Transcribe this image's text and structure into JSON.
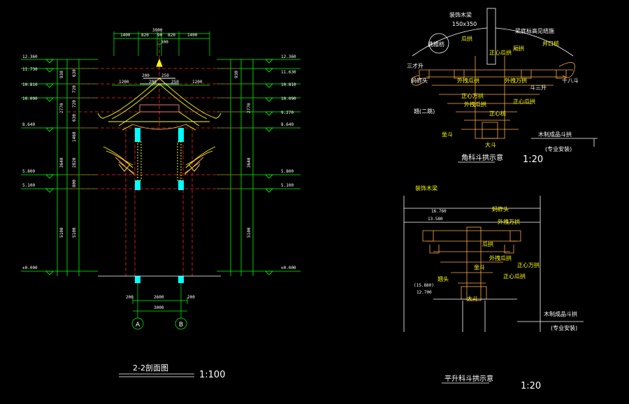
{
  "section_view": {
    "title": "2-2剖面图",
    "scale": "1:100",
    "levels_left": [
      "12.360",
      "11.730",
      "10.810",
      "10.090",
      "8.640",
      "5.800",
      "5.100",
      "±0.000"
    ],
    "levels_right": [
      "12.360",
      "11.630",
      "10.810",
      "10.090",
      "9.270",
      "8.640",
      "5.800",
      "5.100",
      "±0.000"
    ],
    "dims_top": [
      "1400",
      "820",
      "90",
      "820",
      "1400"
    ],
    "dim_total_top": "3900",
    "dim_top_center": "300",
    "dims_upper_inner": [
      "1200",
      "200",
      "200",
      "250",
      "250",
      "1200"
    ],
    "dims_vert_left_outer": [
      "930",
      "2770",
      "3640",
      "5100"
    ],
    "dims_vert_left_inner": [
      "630",
      "720",
      "720",
      "630",
      "1460",
      "2820",
      "800",
      "5100"
    ],
    "dims_bottom": [
      "200",
      "2600",
      "200"
    ],
    "dim_bottom_total": "3000",
    "axis_labels": [
      "A",
      "B"
    ]
  },
  "corner_bracket": {
    "title": "角科斗拱示意",
    "scale": "1:20",
    "notes": [
      "装饰木梁",
      "150x350",
      "梁底标高见结施",
      "挑檐枋",
      "瓜拱",
      "三才升",
      "正心瓜拱",
      "外拽瓜拱",
      "蚂蚱头",
      "外拽万拱",
      "正心万拱",
      "厢拱",
      "井口枋",
      "十八斗",
      "斗三升",
      "外拽瓜拱",
      "翘(二跳)",
      "正心瓜拱",
      "正心枋",
      "坐斗",
      "大斗",
      "木制成品斗拱",
      "(专业安装)"
    ]
  },
  "flat_bracket": {
    "title": "平升科斗拱示意",
    "scale": "1:20",
    "levels": [
      "16.760",
      "13.580",
      "(15.880)",
      "12.700"
    ],
    "notes": [
      "装饰木梁",
      "蚂蚱头",
      "外拽万拱",
      "瓜拱",
      "外拽瓜拱",
      "正心万拱",
      "坐斗",
      "翘头",
      "正心瓜拱",
      "大斗",
      "木制成品斗拱",
      "(专业安装)"
    ]
  }
}
